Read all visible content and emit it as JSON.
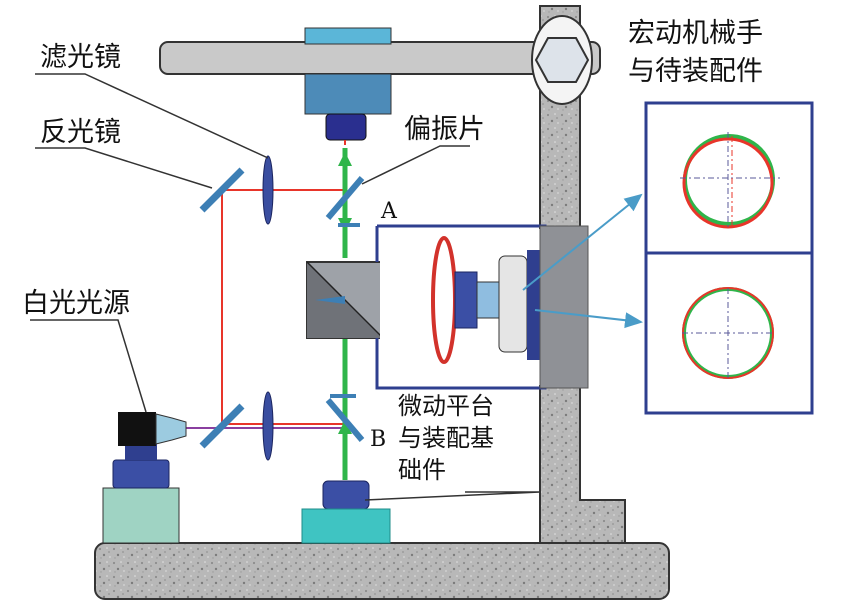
{
  "labels": {
    "filter": "滤光镜",
    "reflector": "反光镜",
    "polarizer": "偏振片",
    "light_source": "白光光源",
    "robot_line1": "宏动机械手",
    "robot_line2": "与待装配件",
    "stage_line1": "微动平台",
    "stage_line2": "与装配基",
    "stage_line3": "础件",
    "point_a": "A",
    "point_b": "B"
  },
  "colors": {
    "beam_red": "#e8352a",
    "beam_green": "#2fb54a",
    "beam_purple": "#8a3fa0",
    "frame_blue": "#2f3f8f",
    "granite": "#b9b9b9",
    "optic": "#3d7fb5"
  },
  "icons": {
    "mirror": "diagonal-mirror-plate",
    "filter": "ellipse-lens",
    "camera": "camera-body",
    "light": "lamp-head"
  }
}
